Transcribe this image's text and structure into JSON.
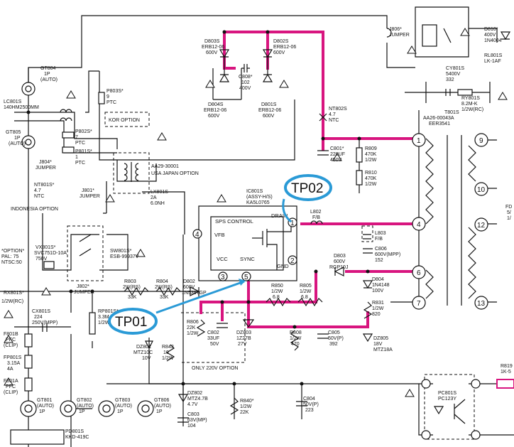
{
  "callouts": {
    "tp01": "TP01",
    "tp02": "TP02"
  },
  "colors": {
    "highlight_trace": "#d8157f",
    "callout_outline": "#2a9ad6"
  },
  "ic": {
    "ref": "IC801S",
    "part": "(ASSY-H/S)",
    "model": "KA5L0765",
    "title": "SPS CONTROL",
    "pins": {
      "drain_label": "DRAIN",
      "drain_num": "1",
      "gnd_label": "GND",
      "gnd_num": "2",
      "vcc_label": "VCC",
      "vcc_num": "3",
      "vfb_label": "VFB",
      "vfb_num": "4",
      "sync_label": "SYNC",
      "sync_num": "5"
    }
  },
  "labels": {
    "gt804": [
      "GT804",
      "1P",
      "(AUTO)"
    ],
    "lc801s": [
      "LC801S",
      "140HM2500MM"
    ],
    "gt805": [
      "GT805",
      "1P",
      "(AUTO)"
    ],
    "p803s": [
      "P803S*",
      "9",
      "PTC"
    ],
    "kor_option": "KOR OPTION",
    "p802s": [
      "P802S*",
      "7",
      "PTC"
    ],
    "p801s": [
      "P801S*",
      "1",
      "PTC"
    ],
    "usa_option": "USA JAPAN OPTION",
    "aa29": "AA29-30001",
    "lx801s": [
      "LX801S",
      "2A",
      "6.0NH"
    ],
    "d803s": [
      "D803S",
      "ERB12-06",
      "600V"
    ],
    "d802s": [
      "D802S",
      "ERB12-06",
      "600V"
    ],
    "c808": [
      "C808*",
      "102",
      "400V"
    ],
    "d804s": [
      "D804S",
      "ERB12-06",
      "600V"
    ],
    "d801s": [
      "D801S",
      "ERB12-06",
      "600V"
    ],
    "nt802s": [
      "NT802S",
      "4.7",
      "NTC"
    ],
    "c801": [
      "C801*",
      "220UF",
      "450V"
    ],
    "r809": [
      "R809",
      "470K",
      "1/2W"
    ],
    "r810": [
      "R810",
      "470K",
      "1/2W"
    ],
    "j806": [
      "J806*",
      "JUMPER"
    ],
    "d810": [
      "D810*",
      "400V",
      "1N4004"
    ],
    "rl801s": [
      "RL801S",
      "LK-1AF"
    ],
    "cy801s": [
      "CY801S",
      "5400V",
      "332"
    ],
    "ry801s": [
      "RY801S",
      "8.2M-K",
      "1/2W(RC)"
    ],
    "t801s": [
      "T801S",
      "AA26-00043A",
      "EER3541"
    ],
    "j804": [
      "J804*",
      "JUMPER"
    ],
    "nt801s": [
      "NT801S*",
      "4.7",
      "NTC"
    ],
    "indonesia": "INDONESIA OPTION",
    "j801": [
      "J801*",
      "JUMPER"
    ],
    "sw801s": [
      "SW801S*",
      "ESB-99937V"
    ],
    "option_note": [
      "*OPTION*",
      "PAL: 75",
      "NTSC:50"
    ],
    "vx801s": [
      "VX801S*",
      "SVC751D-10A",
      "750V"
    ],
    "j802": [
      "J802*",
      "JUMPER"
    ],
    "rx801s": [
      "RX801S*",
      "1/2W(RC)"
    ],
    "cx801s": [
      "CX801S",
      "224",
      "250V(MPP)"
    ],
    "rp801s": [
      "RP801S*",
      "3.3M",
      "1/2W(RC)"
    ],
    "r803": [
      "R803",
      "2W(RS)",
      "33K"
    ],
    "r804": [
      "R804",
      "2W(RS)",
      "33K"
    ],
    "d802": [
      "D802",
      "600V",
      "1N5397GP"
    ],
    "f801b": [
      "F801B",
      "PFC",
      "(CLIP)"
    ],
    "fp801s": [
      "FP801S",
      "3.15A",
      "4A"
    ],
    "f801a": [
      "F801A",
      "PFC",
      "(CLIP)"
    ],
    "r806": [
      "R806",
      "22K",
      "1/2W"
    ],
    "c802": [
      "C802",
      "33UF",
      "50V"
    ],
    "dz803": [
      "DZ803",
      "1Z27B",
      "27V"
    ],
    "dz801": [
      "DZ801",
      "MTZ10C",
      "10V"
    ],
    "r843": [
      "R843",
      "10",
      "1/2W"
    ],
    "only_220v": "ONLY 220V OPTION",
    "r850": [
      "R850",
      "1/2W",
      "6.8"
    ],
    "r805": [
      "R805",
      "1/2W",
      "6.8"
    ],
    "r808": [
      "R808",
      "1/2W",
      "470"
    ],
    "c805": [
      "C805",
      "50V(P)",
      "392"
    ],
    "l802": [
      "L802",
      "F/B"
    ],
    "l803": [
      "L803",
      "F/B"
    ],
    "c806": [
      "C806",
      "600V(MPP)",
      "152"
    ],
    "d803": [
      "D803",
      "600V",
      "RGP10J"
    ],
    "d804": [
      "D804",
      "1N4148",
      "100V"
    ],
    "r831": [
      "R831",
      "1/2W",
      "820"
    ],
    "dz805": [
      "DZ805",
      "18V",
      "MTZ18A"
    ],
    "dz802": [
      "DZ802",
      "MTZ4.7B",
      "4.7V"
    ],
    "c803": [
      "C803",
      "63V(MP)",
      "104"
    ],
    "r840": [
      "R840*",
      "1/2W",
      "22K"
    ],
    "c804": [
      "C804",
      "50V(P)",
      "223"
    ],
    "gt801": [
      "GT801",
      "(AUTO)",
      "1P"
    ],
    "gt802": [
      "GT802",
      "(AUTO)",
      "1P"
    ],
    "gt803": [
      "GT803",
      "(AUTO)",
      "1P"
    ],
    "gt806": [
      "GT806",
      "(AUTO)",
      "1P"
    ],
    "pd801s": [
      "PD801S",
      "KKD-419C"
    ],
    "pc801s": [
      "PC801S",
      "PC123Y"
    ],
    "r819": [
      "R819",
      "1K-5"
    ],
    "fd": [
      "FD",
      "5/",
      "1/"
    ],
    "transformer_pins": [
      "1",
      "4",
      "6",
      "7",
      "9",
      "10",
      "12",
      "13"
    ]
  }
}
